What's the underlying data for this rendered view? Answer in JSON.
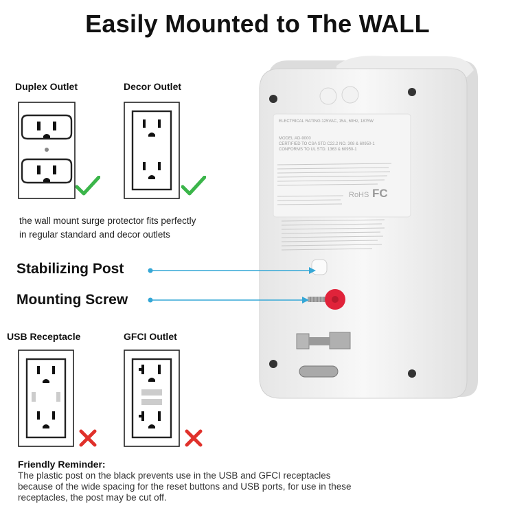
{
  "headline": "Easily Mounted to The WALL",
  "outlets": {
    "duplex": {
      "label": "Duplex Outlet",
      "status_icon": "check-icon"
    },
    "decor": {
      "label": "Decor Outlet",
      "status_icon": "check-icon"
    },
    "usb": {
      "label": "USB Receptacle",
      "status_icon": "cross-icon"
    },
    "gfci": {
      "label": "GFCI Outlet",
      "status_icon": "cross-icon"
    }
  },
  "fit_caption": {
    "line1": "the wall mount surge protector fits perfectly",
    "line2": "in regular standard and decor outlets"
  },
  "callouts": {
    "stabilizing_post": "Stabilizing Post",
    "mounting_screw": "Mounting Screw"
  },
  "device_label": {
    "rating": "ELECTRICAL RATING:125VAC, 15A, 60Hz, 1875W",
    "model": "MODEL:AD-9000",
    "cert1": "CERTIFIED TO CSA STD C22.2 NO. 308 & 60950-1",
    "cert2": "CONFORMS TO UL STD. 1363 & 60950-1",
    "rohs": "RoHS",
    "fc": "FC"
  },
  "reminder": {
    "title": "Friendly Reminder:",
    "line1": "The plastic post on the black prevents use in the USB and GFCI receptacles",
    "line2": "because of the wide spacing for the reset buttons and USB ports, for use in these",
    "line3": "receptacles, the post may be cut off."
  },
  "colors": {
    "check": "#3bb54a",
    "cross": "#e0312b",
    "callout_line": "#35a7d6",
    "screw_washer": "#e0233a"
  }
}
